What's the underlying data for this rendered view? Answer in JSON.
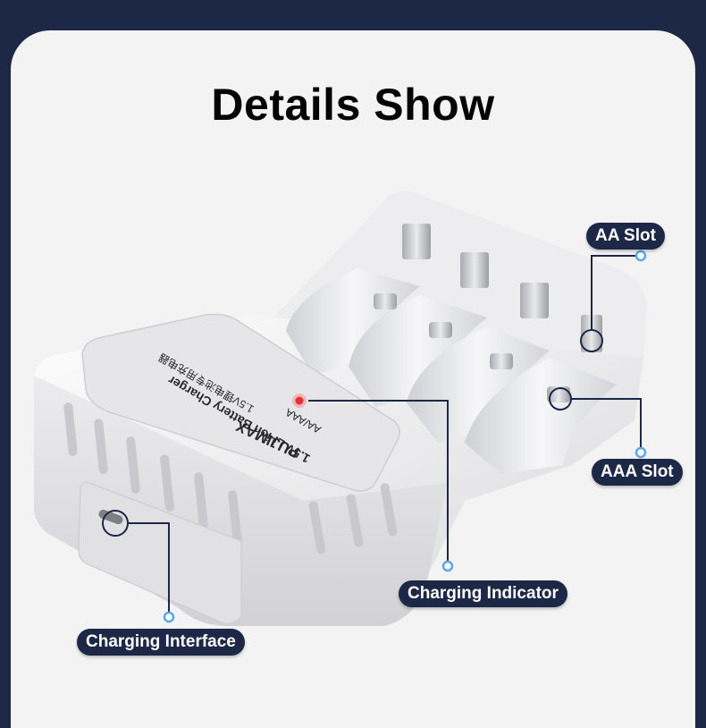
{
  "title": "Details Show",
  "device": {
    "brand": "PUJIMAX",
    "product_line": "1.5V Li-ion Battery Charger",
    "chinese_line": "1.5V锂电池专用充电器",
    "spec_line": "AA/AAA"
  },
  "callouts": {
    "aa_slot": "AA Slot",
    "aaa_slot": "AAA Slot",
    "charging_indicator": "Charging Indicator",
    "charging_interface": "Charging Interface"
  },
  "colors": {
    "background": "#1d2847",
    "card": "#f3f3f4",
    "callout_line": "#1d2847",
    "callout_dot": "#5aa6e6",
    "indicator": "#e2323a"
  }
}
